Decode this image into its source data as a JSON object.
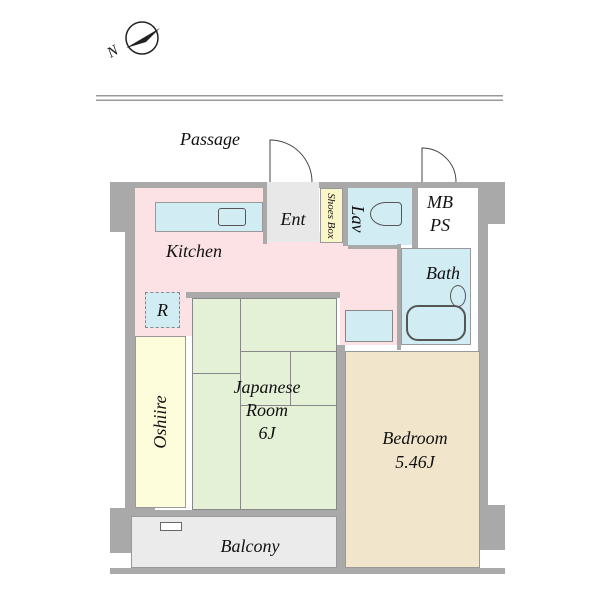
{
  "labels": {
    "passage": "Passage",
    "kitchen": "Kitchen",
    "ent": "Ent",
    "shoes_box": "Shoes Box",
    "lav": "Lav",
    "mb": "MB",
    "ps": "PS",
    "bath": "Bath",
    "refrigerator": "R",
    "japanese_room": "Japanese",
    "japanese_room_2": "Room",
    "japanese_room_size": "6J",
    "oshiire": "Oshiire",
    "bedroom": "Bedroom",
    "bedroom_size": "5.46J",
    "balcony": "Balcony",
    "compass": "N"
  },
  "colors": {
    "kitchen": "#fde2e5",
    "wet": "#d2ecf4",
    "entrance": "#e8e8e8",
    "shoes": "#fbf6c8",
    "tatami": "#e5f1d6",
    "oshiire": "#fdfddb",
    "bedroom": "#f1e5cb",
    "balcony": "#ebebeb",
    "wall": "#a9a9a9"
  }
}
